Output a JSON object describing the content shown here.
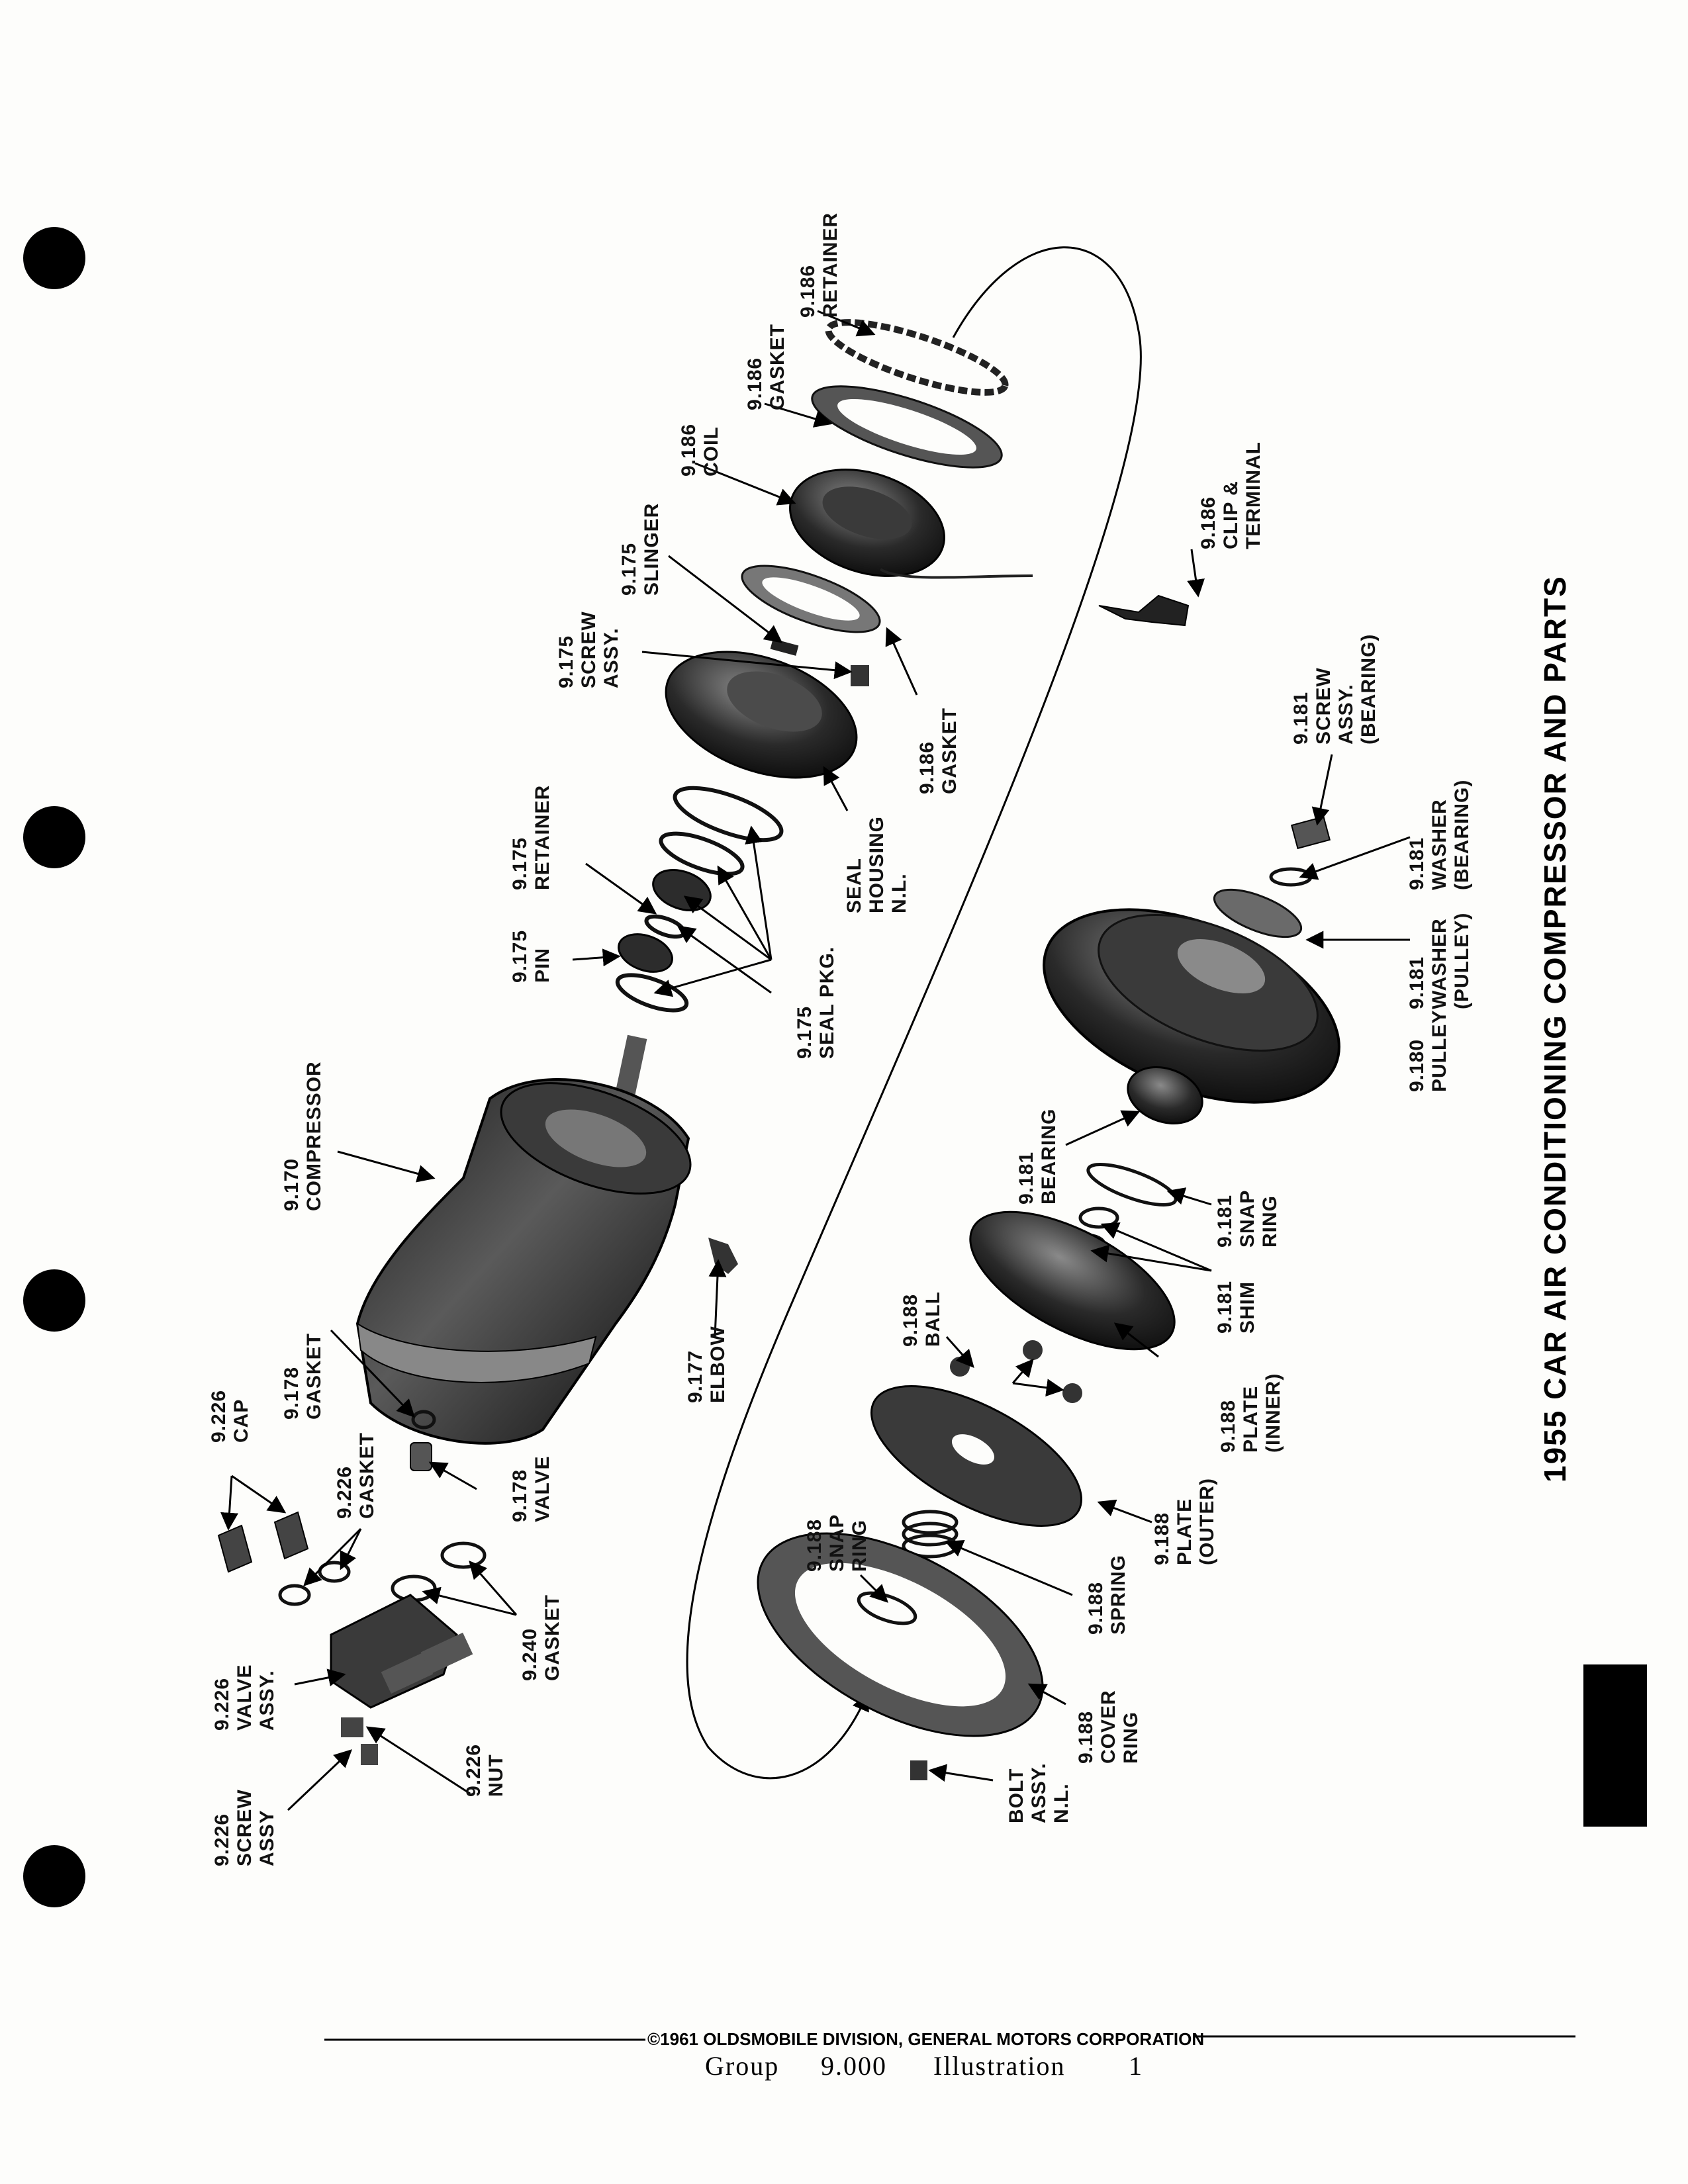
{
  "title": "1955 CAR AIR CONDITIONING COMPRESSOR AND PARTS",
  "copyright": "©1961 OLDSMOBILE DIVISION, GENERAL MOTORS CORPORATION",
  "footer": {
    "group_label": "Group",
    "group_value": "9.000",
    "illus_label": "Illustration",
    "illus_value": "1"
  },
  "parts": {
    "p_186_retainer": {
      "num": "9.186",
      "name": "RETAINER"
    },
    "p_186_gasket_top": {
      "num": "9.186",
      "name": "GASKET"
    },
    "p_186_coil": {
      "num": "9.186",
      "name": "COIL"
    },
    "p_175_slinger": {
      "num": "9.175",
      "name": "SLINGER"
    },
    "p_175_screw": {
      "num": "9.175",
      "name1": "SCREW",
      "name2": "ASSY."
    },
    "p_186_clip": {
      "num": "9.186",
      "name1": "CLIP &",
      "name2": "TERMINAL"
    },
    "p_186_gasket_low": {
      "num": "9.186",
      "name": "GASKET"
    },
    "p_seal_housing": {
      "name1": "SEAL",
      "name2": "HOUSING",
      "name3": "N.L."
    },
    "p_175_retainer": {
      "num": "9.175",
      "name": "RETAINER"
    },
    "p_175_pin": {
      "num": "9.175",
      "name": "PIN"
    },
    "p_175_seal": {
      "num": "9.175",
      "name": "SEAL PKG."
    },
    "p_181_screw": {
      "num": "9.181",
      "name1": "SCREW",
      "name2": "ASSY.",
      "name3": "(BEARING)"
    },
    "p_181_washer_b": {
      "num": "9.181",
      "name1": "WASHER",
      "name2": "(BEARING)"
    },
    "p_181_washer_p": {
      "num": "9.181",
      "name1": "WASHER",
      "name2": "(PULLEY)"
    },
    "p_180_pulley": {
      "num": "9.180",
      "name": "PULLEY"
    },
    "p_170_comp": {
      "num": "9.170",
      "name": "COMPRESSOR"
    },
    "p_181_bearing": {
      "num": "9.181",
      "name": "BEARING"
    },
    "p_181_snap": {
      "num": "9.181",
      "name1": "SNAP",
      "name2": "RING"
    },
    "p_181_shim": {
      "num": "9.181",
      "name": "SHIM"
    },
    "p_188_ball": {
      "num": "9.188",
      "name": "BALL"
    },
    "p_177_elbow": {
      "num": "9.177",
      "name": "ELBOW"
    },
    "p_188_plate_in": {
      "num": "9.188",
      "name1": "PLATE",
      "name2": "(INNER)"
    },
    "p_226_cap": {
      "num": "9.226",
      "name": "CAP"
    },
    "p_178_gasket": {
      "num": "9.178",
      "name": "GASKET"
    },
    "p_226_gasket": {
      "num": "9.226",
      "name": "GASKET"
    },
    "p_178_valve": {
      "num": "9.178",
      "name": "VALVE"
    },
    "p_188_snap": {
      "num": "9.188",
      "name1": "SNAP",
      "name2": "RING"
    },
    "p_188_plate_out": {
      "num": "9.188",
      "name1": "PLATE",
      "name2": "(OUTER)"
    },
    "p_240_gasket": {
      "num": "9.240",
      "name": "GASKET"
    },
    "p_188_spring": {
      "num": "9.188",
      "name": "SPRING"
    },
    "p_226_valve": {
      "num": "9.226",
      "name1": "VALVE",
      "name2": "ASSY."
    },
    "p_188_cover": {
      "num": "9.188",
      "name1": "COVER",
      "name2": "RING"
    },
    "p_226_screw": {
      "num": "9.226",
      "name1": "SCREW",
      "name2": "ASSY"
    },
    "p_226_nut": {
      "num": "9.226",
      "name": "NUT"
    },
    "p_bolt": {
      "name1": "BOLT",
      "name2": "ASSY.",
      "name3": "N.L."
    }
  }
}
